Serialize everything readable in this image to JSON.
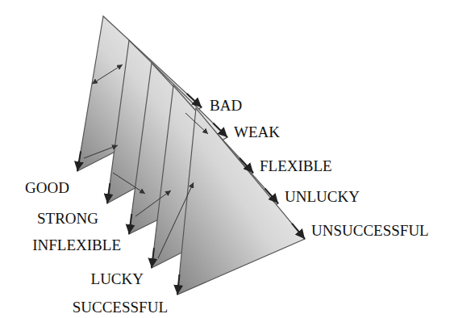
{
  "diagram": {
    "labels": [
      "BAD",
      "WEAK",
      "FLEXIBLE",
      "GOOD",
      "UNLUCKY",
      "STRONG",
      "UNSUCCESSFUL",
      "INFLEXIBLE",
      "LUCKY",
      "SUCCESSFUL"
    ]
  }
}
